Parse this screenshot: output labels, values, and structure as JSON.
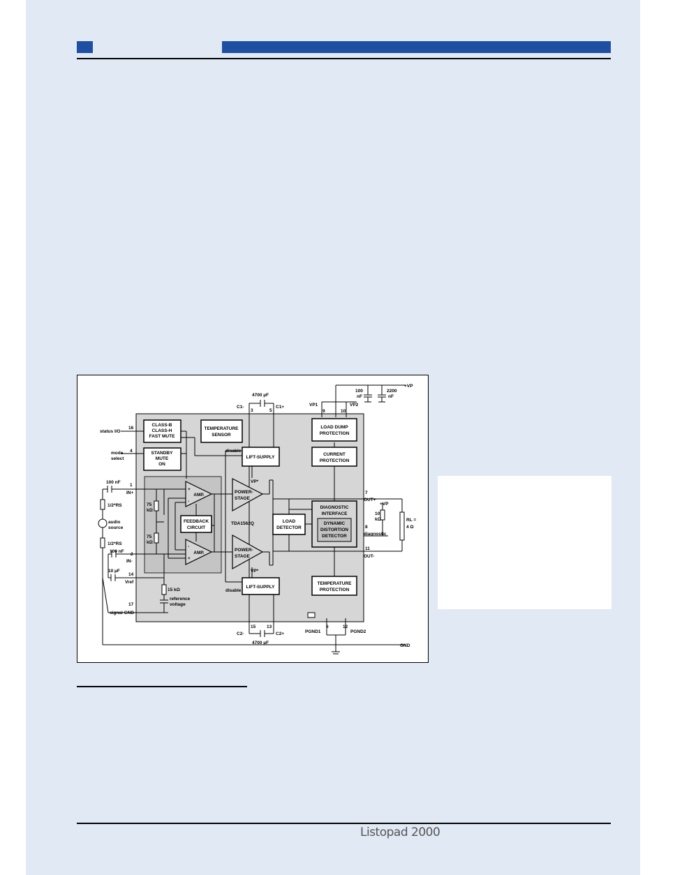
{
  "footer": {
    "text": "Listopad 2000"
  },
  "diagram": {
    "blocks": {
      "class_b": [
        "CLASS-B",
        "CLASS-H",
        "FAST MUTE"
      ],
      "temp_sensor": [
        "TEMPERATURE",
        "SENSOR"
      ],
      "standby": [
        "STANDBY",
        "MUTE",
        "ON"
      ],
      "lift_supply": "LIFT-SUPPLY",
      "load_dump": [
        "LOAD DUMP",
        "PROTECTION"
      ],
      "current_prot": [
        "CURRENT",
        "PROTECTION"
      ],
      "amp": "AMP.",
      "power_stage": [
        "POWER-",
        "STAGE"
      ],
      "feedback": [
        "FEEDBACK",
        "CIRCUIT"
      ],
      "load_detector": [
        "LOAD",
        "DETECTOR"
      ],
      "diag_interface": [
        "DIAGNOSTIC",
        "INTERFACE"
      ],
      "dyn_distortion": [
        "DYNAMIC",
        "DISTORTION",
        "DETECTOR"
      ],
      "temp_prot": [
        "TEMPERATURE",
        "PROTECTION"
      ],
      "chip_name": "TDA1562Q"
    },
    "labels": {
      "cap_top": "4700 µF",
      "cap_bottom": "4700 µF",
      "c1_minus": "C1-",
      "c1_plus": "C1+",
      "c2_minus": "C2-",
      "c2_plus": "C2+",
      "vp1": "VP1",
      "vp2": "VP2",
      "vp_supply": "+VP",
      "cap_100nF_top": [
        "100",
        "nF"
      ],
      "cap_2200": [
        "2200",
        "nF"
      ],
      "status_io": "status I/O",
      "mode_select": [
        "mode",
        "select"
      ],
      "in_cap_1": "100 nF",
      "in_plus": "IN+",
      "in_cap_2": "100 nF",
      "in_minus": "IN-",
      "half_rs_1": "1/2*RS",
      "half_rs_2": "1/2*RS",
      "audio_source": [
        "audio",
        "source"
      ],
      "cap_10uF": "10 µF",
      "vref": "Vref",
      "res_15k": "15 kΩ",
      "ref_voltage": [
        "reference",
        "voltage"
      ],
      "signal_gnd": "signal GND",
      "res_75k_1": [
        "75",
        "kΩ"
      ],
      "res_75k_2": [
        "75",
        "kΩ"
      ],
      "disable_1": "disable",
      "disable_2": "disable",
      "vp_star_1": "VP*",
      "vp_star_2": "VP*",
      "out_plus": "OUT+",
      "out_minus": "OUT-",
      "diagnostic": "diagnostic",
      "vp_diag": "+VP",
      "res_10k": [
        "10",
        "kΩ"
      ],
      "rl": [
        "RL =",
        "4 Ω"
      ],
      "pgnd1": "PGND1",
      "pgnd2": "PGND2",
      "gnd": "GND",
      "plus": "+",
      "minus": "-"
    },
    "pins": [
      "16",
      "4",
      "1",
      "2",
      "14",
      "17",
      "3",
      "5",
      "9",
      "10",
      "7",
      "8",
      "11",
      "15",
      "13",
      "6",
      "12"
    ]
  }
}
